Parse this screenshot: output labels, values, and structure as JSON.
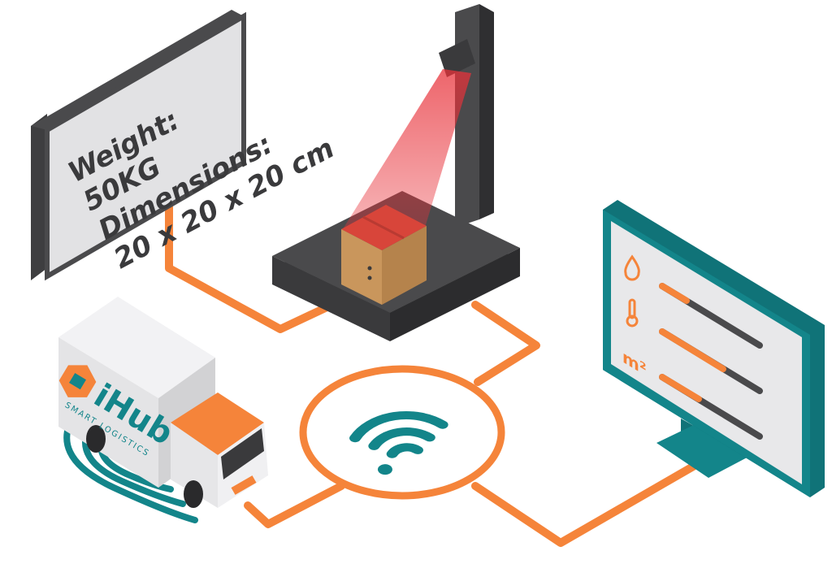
{
  "sign": {
    "lines": [
      "Weight:",
      "50KG",
      "Dimensions:",
      "20 x 20 x 20 cm"
    ]
  },
  "truck": {
    "brand": "iHub",
    "tagline": "SMART LOGISTICS"
  },
  "monitor": {
    "icons": [
      "droplet-icon",
      "thermometer-icon",
      "area-unit-icon"
    ],
    "unit_label": "m²"
  },
  "hub": {
    "icon": "wifi-icon"
  },
  "colors": {
    "orange": "#F5843A",
    "teal": "#13858A",
    "dark_gray": "#4A4A4C",
    "panel_gray": "#E2E2E4",
    "laser_red": "#E8323A",
    "cardboard": "#C9965C"
  }
}
